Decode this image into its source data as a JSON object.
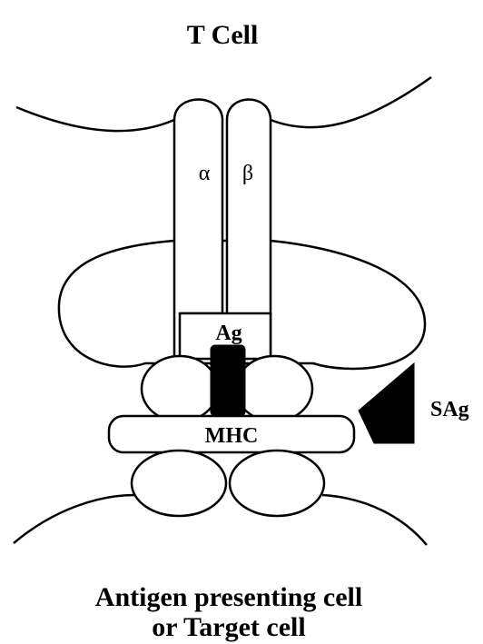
{
  "title": "T Cell",
  "chains": {
    "alpha": "α",
    "beta": "β"
  },
  "labels": {
    "antigen": "Ag",
    "mhc": "MHC",
    "superantigen": "SAg"
  },
  "footer": {
    "line1": "Antigen presenting cell",
    "line2": "or Target cell"
  },
  "colors": {
    "stroke": "#000000",
    "fill": "#ffffff",
    "solid": "#000000"
  }
}
